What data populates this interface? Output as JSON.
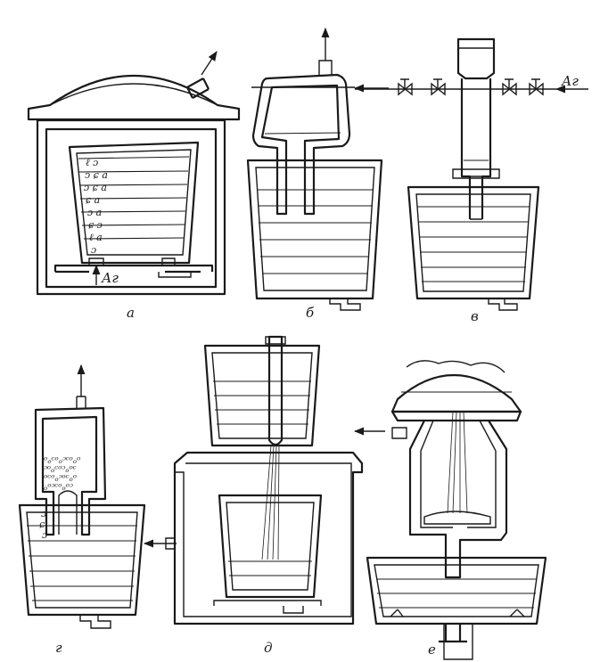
{
  "diagram": {
    "panel_labels": [
      "а",
      "б",
      "в",
      "г",
      "д",
      "е"
    ],
    "gas_labels": {
      "panel_a": "Аг",
      "panel_v": "Аг"
    }
  },
  "colors": {
    "ink": "#1a1a1a",
    "background": "#ffffff"
  }
}
